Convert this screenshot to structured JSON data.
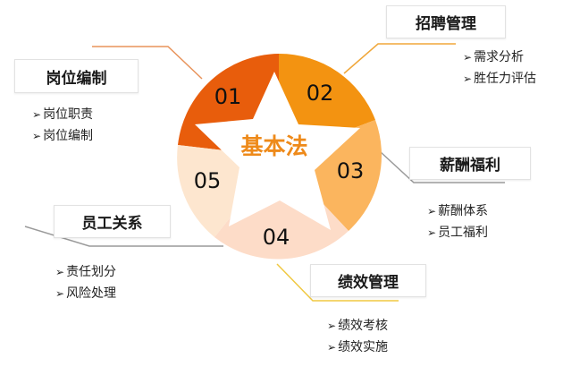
{
  "center": {
    "label": "基本法",
    "color": "#ee8a1a"
  },
  "segments": [
    {
      "number": "01",
      "color": "#e85d0c"
    },
    {
      "number": "02",
      "color": "#f39311"
    },
    {
      "number": "03",
      "color": "#fbb55e"
    },
    {
      "number": "04",
      "color": "#fddcc8"
    },
    {
      "number": "05",
      "color": "#fde6cf"
    }
  ],
  "sections": [
    {
      "id": "gangwei",
      "title": "岗位编制",
      "items": [
        "岗位职责",
        "岗位编制"
      ],
      "line_color": "#e8935a"
    },
    {
      "id": "zhaopin",
      "title": "招聘管理",
      "items": [
        "需求分析",
        "胜任力评估"
      ],
      "line_color": "#f0a73a"
    },
    {
      "id": "xinchou",
      "title": "薪酬福利",
      "items": [
        "薪酬体系",
        "员工福利"
      ],
      "line_color": "#9a9a9a"
    },
    {
      "id": "jixiao",
      "title": "绩效管理",
      "items": [
        "绩效考核",
        "绩效实施"
      ],
      "line_color": "#f0c840"
    },
    {
      "id": "yuangong",
      "title": "员工关系",
      "items": [
        "责任划分",
        "风险处理"
      ],
      "line_color": "#9a9a9a"
    }
  ],
  "bullet_glyph": "➢"
}
